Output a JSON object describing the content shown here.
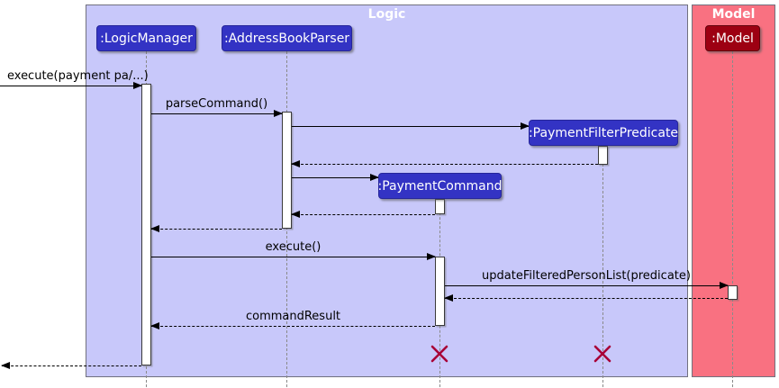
{
  "frames": {
    "logic": {
      "label": "Logic"
    },
    "model": {
      "label": "Model"
    }
  },
  "participants": [
    {
      "id": "logic-manager",
      "label": ":LogicManager"
    },
    {
      "id": "address-book-parser",
      "label": ":AddressBookParser"
    },
    {
      "id": "payment-filter-predicate",
      "label": ":PaymentFilterPredicate"
    },
    {
      "id": "payment-command",
      "label": ":PaymentCommand"
    },
    {
      "id": "model",
      "label": ":Model"
    }
  ],
  "messages": [
    {
      "id": "execute-found",
      "label": "execute(payment pa/...)",
      "type": "solid"
    },
    {
      "id": "parse-command",
      "label": "parseCommand()",
      "type": "solid"
    },
    {
      "id": "create-payment-filter-predicate",
      "label": "",
      "type": "solid"
    },
    {
      "id": "return-from-payment-filter-predicate",
      "label": "",
      "type": "dashed"
    },
    {
      "id": "create-payment-command",
      "label": "",
      "type": "solid"
    },
    {
      "id": "return-from-payment-command-creation",
      "label": "",
      "type": "dashed"
    },
    {
      "id": "return-parse-command",
      "label": "",
      "type": "dashed"
    },
    {
      "id": "execute",
      "label": "execute()",
      "type": "solid"
    },
    {
      "id": "update-filtered-person-list",
      "label": "updateFilteredPersonList(predicate)",
      "type": "solid"
    },
    {
      "id": "return-from-model",
      "label": "",
      "type": "dashed"
    },
    {
      "id": "command-result",
      "label": "commandResult",
      "type": "dashed"
    },
    {
      "id": "return-final",
      "label": "",
      "type": "dashed"
    }
  ],
  "colors": {
    "logic_frame_fill": "#C8C8FA",
    "logic_node_fill": "#3333C4",
    "model_frame_fill": "#F97181",
    "model_node_fill": "#9D0012",
    "node_text": "#FFFFFF",
    "arrow_color": "#000000",
    "lifeline_color": "#8A8A8A",
    "destroy_color": "#A80036"
  }
}
